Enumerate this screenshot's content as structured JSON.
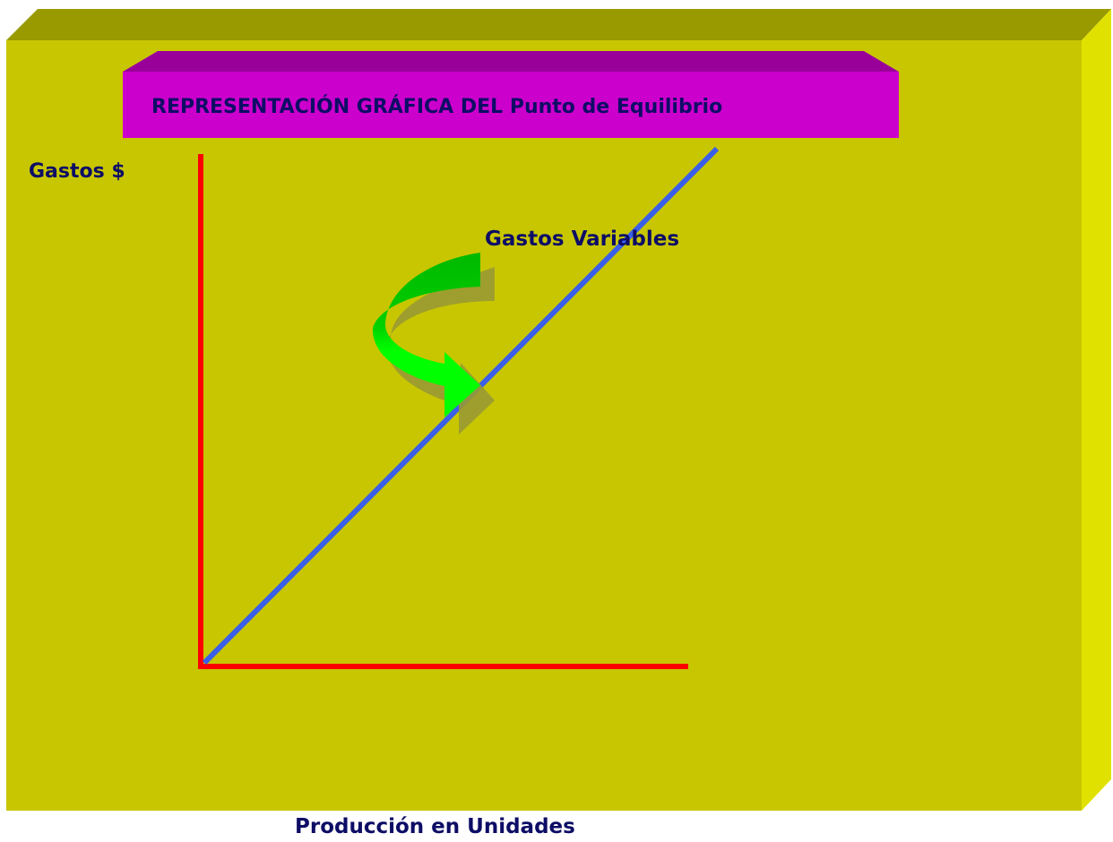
{
  "slide": {
    "title": "REPRESENTACIÓN GRÁFICA DEL Punto de Equilibrio",
    "y_axis_label": "Gastos $",
    "x_axis_label": "Producción en Unidades",
    "line_label": "Gastos Variables"
  },
  "colors": {
    "box_front": "#c8c600",
    "box_top": "#999900",
    "box_side": "#e1e100",
    "title_front": "#cc00cc",
    "title_top": "#990099",
    "text_dark": "#0d0d66",
    "axis": "#ff0000",
    "line": "#3a5fe8",
    "arrow_dark": "#00c000",
    "arrow_light": "#00ff00",
    "arrow_shadow": "#999933"
  }
}
